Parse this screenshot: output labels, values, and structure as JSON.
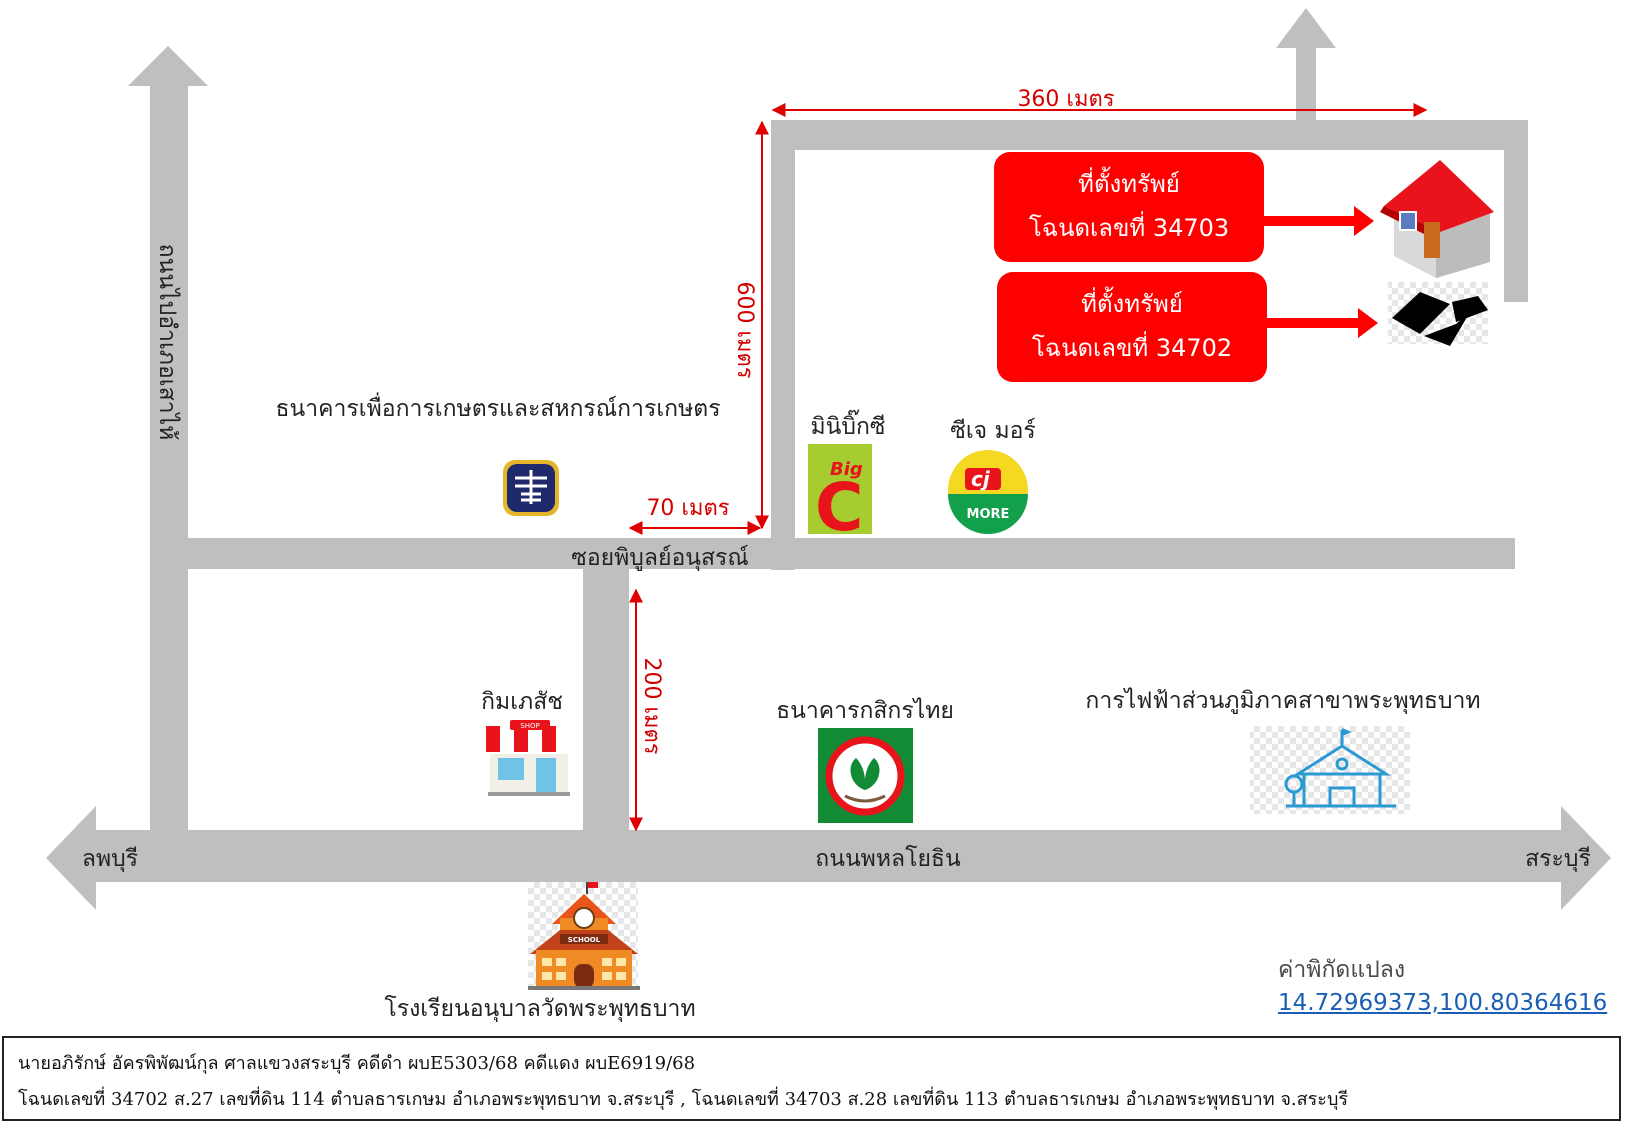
{
  "roads": {
    "horizontal_main": "ถนนพหลโยธิน",
    "soi": "ซอยพิบูลย์อนุสรณ์",
    "vertical_left": "ถนนไปอำเภอเสาไห้",
    "left_city": "ลพบุรี",
    "right_city": "สระบุรี"
  },
  "distances": {
    "top": "360 เมตร",
    "vertical": "600 เมตร",
    "soi": "70 เมตร",
    "lower": "200 เมตร"
  },
  "property_boxes": [
    {
      "line1": "ที่ตั้งทรัพย์",
      "line2": "โฉนดเลขที่ 34703"
    },
    {
      "line1": "ที่ตั้งทรัพย์",
      "line2": "โฉนดเลขที่ 34702"
    }
  ],
  "landmarks": {
    "baac": "ธนาคารเพื่อการเกษตรและสหกรณ์การเกษตร",
    "mini_big_c": "มินิบิ๊กซี",
    "cj_more": "ซีเจ มอร์",
    "pharmacy": "กิมเภสัช",
    "kasikorn": "ธนาคารกสิกรไทย",
    "pea": "การไฟฟ้าส่วนภูมิภาคสาขาพระพุทธบาท",
    "school": "โรงเรียนอนุบาลวัดพระพุทธบาท"
  },
  "logo_text": {
    "big_c_small": "Big",
    "big_c_letter": "C",
    "cj_letters": "cj",
    "cj_more": "MORE",
    "shop_sign": "SHOP",
    "school_sign": "SCHOOL"
  },
  "coordinates": {
    "title": "ค่าพิกัดแปลง",
    "value": "14.72969373,100.80364616"
  },
  "footer": {
    "line1": "นายอภิรักษ์  อัครพิพัฒน์กุล ศาลแขวงสระบุรี คดีดำ ผบE5303/68  คดีแดง ผบE6919/68",
    "line2": "โฉนดเลขที่ 34702  ส.27  เลขที่ดิน 114 ตำบลธารเกษม อำเภอพระพุทธบาท จ.สระบุรี  , โฉนดเลขที่  34703  ส.28  เลขที่ดิน 113 ตำบลธารเกษม อำเภอพระพุทธบาท จ.สระบุรี"
  },
  "colors": {
    "road": "#bfbfbf",
    "distance": "#e00000",
    "property_box": "#ff0000"
  }
}
